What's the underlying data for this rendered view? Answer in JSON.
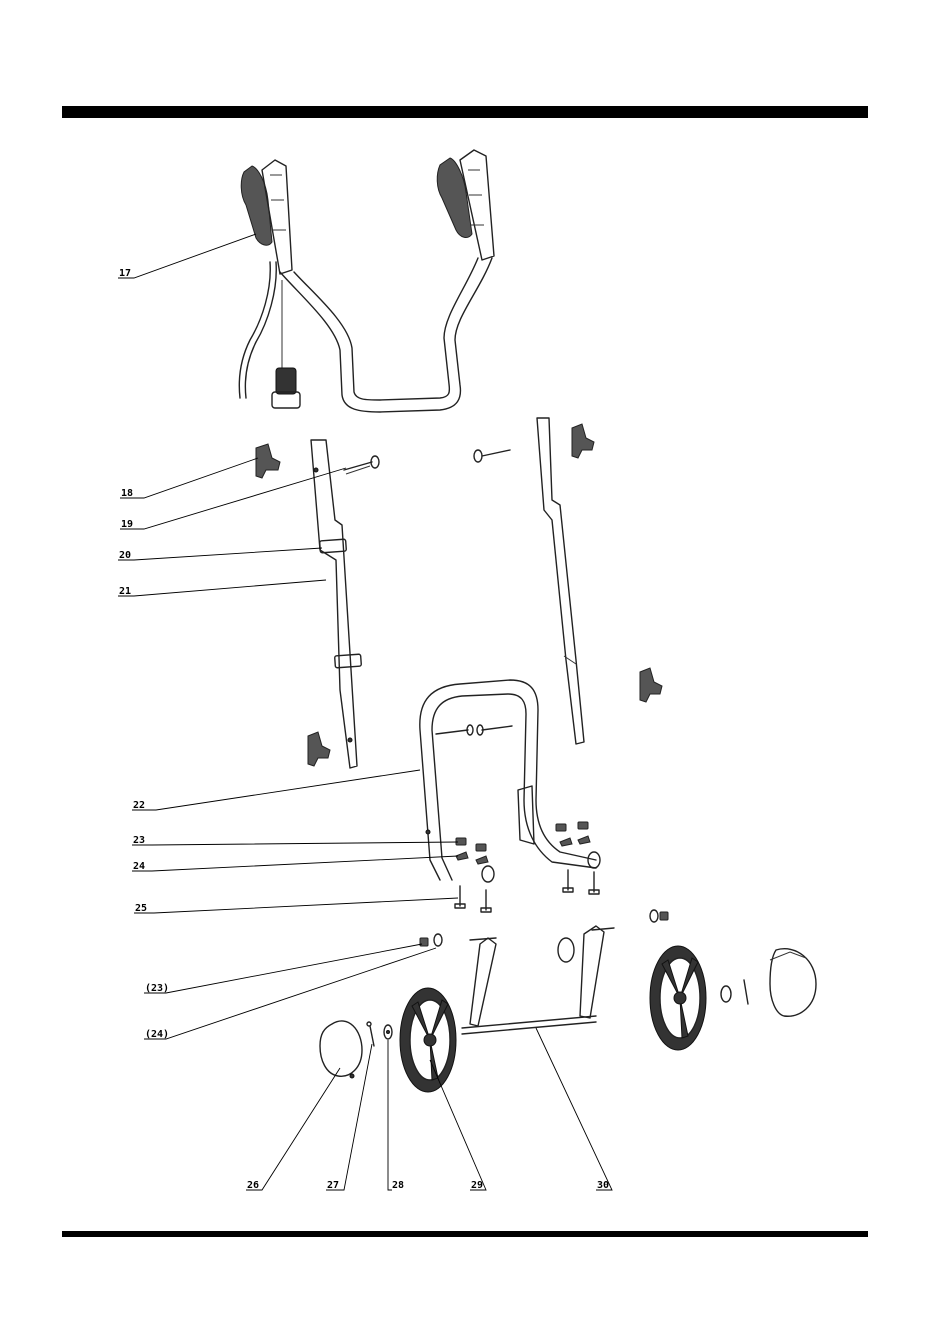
{
  "callouts": {
    "p17": "17",
    "p18": "18",
    "p19": "19",
    "p20": "20",
    "p21": "21",
    "p22": "22",
    "p23": "23",
    "p24": "24",
    "p25": "25",
    "p23b": "(23)",
    "p24b": "(24)",
    "p26": "26",
    "p27": "27",
    "p28": "28",
    "p29": "29",
    "p30": "30"
  },
  "colors": {
    "rule": "#000000",
    "line": "#222222",
    "background": "#ffffff"
  }
}
